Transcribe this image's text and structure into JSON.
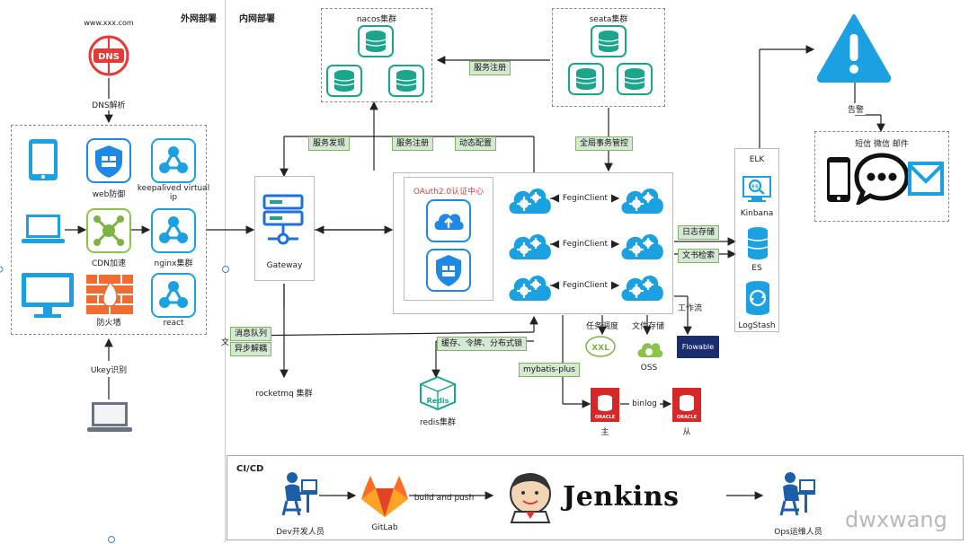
{
  "zones": {
    "outer": "外网部署",
    "inner": "内网部署",
    "cicd": "CI/CD"
  },
  "outer": {
    "domain": "www.xxx.com",
    "dns_icon": "DNS",
    "dns_resolve": "DNS解析",
    "web_guard": "web防御",
    "keepalived": "keepalived virtual ip",
    "cdn": "CDN加速",
    "nginx": "nginx集群",
    "firewall": "防火墙",
    "react": "react",
    "ukey": "Ukey识别"
  },
  "nacos": {
    "title": "nacos集群"
  },
  "seata": {
    "title": "seata集群"
  },
  "labels": {
    "service_register_top": "服务注册",
    "service_discover": "服务发现",
    "service_register": "服务注册",
    "dynamic_config": "动态配置",
    "global_tx": "全局事务管控",
    "log_store": "日志存储",
    "doc_search": "文书检索",
    "workflow": "工作流",
    "task_schedule": "任务调度",
    "file_store": "文件存储",
    "mq_queue": "消息队列",
    "async_decouple": "异步解耦",
    "cache": "缓存、令牌、分布式锁",
    "mybatis": "mybatis-plus",
    "binlog": "binlog",
    "alarm": "告警",
    "stray_char": "文"
  },
  "gateway": {
    "label": "Gateway"
  },
  "oauth": {
    "title": "OAuth2.0认证中心"
  },
  "feign": [
    "FeginClient",
    "FeginClient",
    "FeginClient"
  ],
  "elk": {
    "title": "ELK",
    "kibana": "Kinbana",
    "es": "ES",
    "es_icon": "ES",
    "logstash": "LogStash"
  },
  "notify": {
    "title": "短信 微信 邮件"
  },
  "rocketmq": "rocketmq 集群",
  "redis": {
    "label": "redis集群",
    "icon": "Redis"
  },
  "xxl": "XXL",
  "oss": "OSS",
  "flowable": "Flowable",
  "oracle": {
    "icon": "ORACLE",
    "master": "主",
    "slave": "从"
  },
  "cicd": {
    "dev": "Dev开发人员",
    "gitlab": "GitLab",
    "build_push": "build and push",
    "jenkins": "Jenkins",
    "ops": "Ops运维人员"
  },
  "watermark": "dwxwang",
  "icons": [
    "dns-icon",
    "tablet-icon",
    "web-shield-icon",
    "share-icon",
    "laptop-icon",
    "cdn-node-icon",
    "monitor-icon",
    "firewall-icon",
    "database-icon",
    "server-icon",
    "cloud-gear-icon",
    "alert-triangle-icon",
    "phone-icon",
    "chat-bubble-icon",
    "mail-icon",
    "redis-icon",
    "oracle-icon",
    "gitlab-fox-icon",
    "jenkins-logo-icon",
    "developer-icon",
    "search-icon",
    "logstash-icon"
  ],
  "colors": {
    "teal": "#1aa58c",
    "blue": "#1e88e5",
    "sky": "#1ba1e2",
    "red": "#e53935",
    "green_tag": "#d5e8d4"
  }
}
